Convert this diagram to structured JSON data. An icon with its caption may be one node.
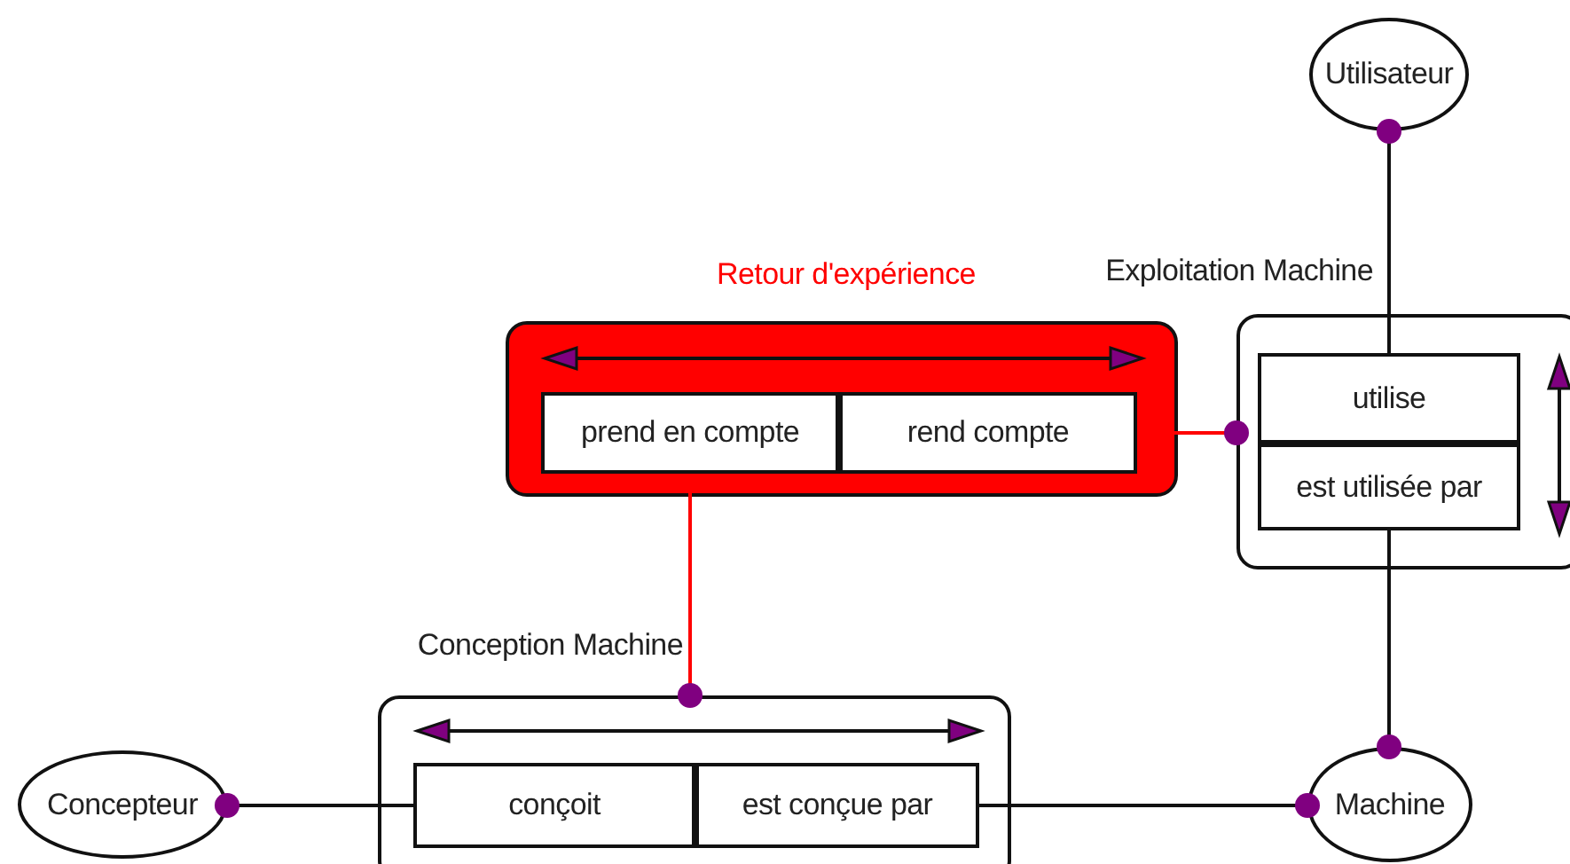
{
  "diagram": {
    "nodes": [
      {
        "text": [
          "Utilisateur"
        ]
      },
      {
        "text": [
          "Exploitation Machine"
        ]
      },
      {
        "text": [
          "utilise"
        ],
        "in": 1
      },
      {
        "text": [
          "est utilisée par"
        ],
        "in": 1
      },
      {
        "text": [
          "Retour d'expérience"
        ]
      },
      {
        "text": [
          "prend en compte"
        ],
        "in": 4
      },
      {
        "text": [
          "rend compte"
        ],
        "in": 4
      },
      {
        "text": [
          "Conception Machine"
        ]
      },
      {
        "text": [
          "conçoit"
        ],
        "in": 7
      },
      {
        "text": [
          "est conçue par"
        ],
        "in": 7
      },
      {
        "text": [
          "Concepteur"
        ]
      },
      {
        "text": [
          "Machine"
        ]
      }
    ],
    "edges": [
      {
        "from": 2,
        "to": 0,
        "arrow": "other"
      },
      {
        "from": 3,
        "to": 11,
        "arrow": "other"
      },
      {
        "from": 8,
        "to": 10,
        "arrow": "other"
      },
      {
        "from": 9,
        "to": 11,
        "arrow": "other"
      },
      {
        "from": 6,
        "to": 1,
        "arrow": "other",
        "color": "#ff0000"
      },
      {
        "from": 5,
        "to": 7,
        "arrow": "other",
        "color": "#ff0000"
      }
    ]
  }
}
